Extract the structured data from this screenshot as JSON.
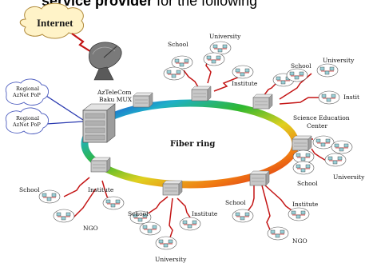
{
  "header": {
    "bold": "service provider",
    "rest": " for the following"
  },
  "internet": "Internet",
  "mux": {
    "line1": "AzTeleCom",
    "line2": "Baku MUX"
  },
  "pops": [
    {
      "line1": "Regional",
      "line2": "AzNet PoP"
    },
    {
      "line1": "Regional",
      "line2": "AzNet PoP"
    }
  ],
  "ring": "Fiber ring",
  "science_center": {
    "line1": "Science Education",
    "line2": "Center"
  },
  "labels": {
    "school": "School",
    "university": "University",
    "institute": "Institute",
    "instit": "Instit",
    "ngo": "NGO"
  },
  "colors": {
    "cloud": "#fff3c8",
    "cloud_stroke": "#b08a3a",
    "link": "#c41515",
    "box": "#c7c7c7"
  }
}
